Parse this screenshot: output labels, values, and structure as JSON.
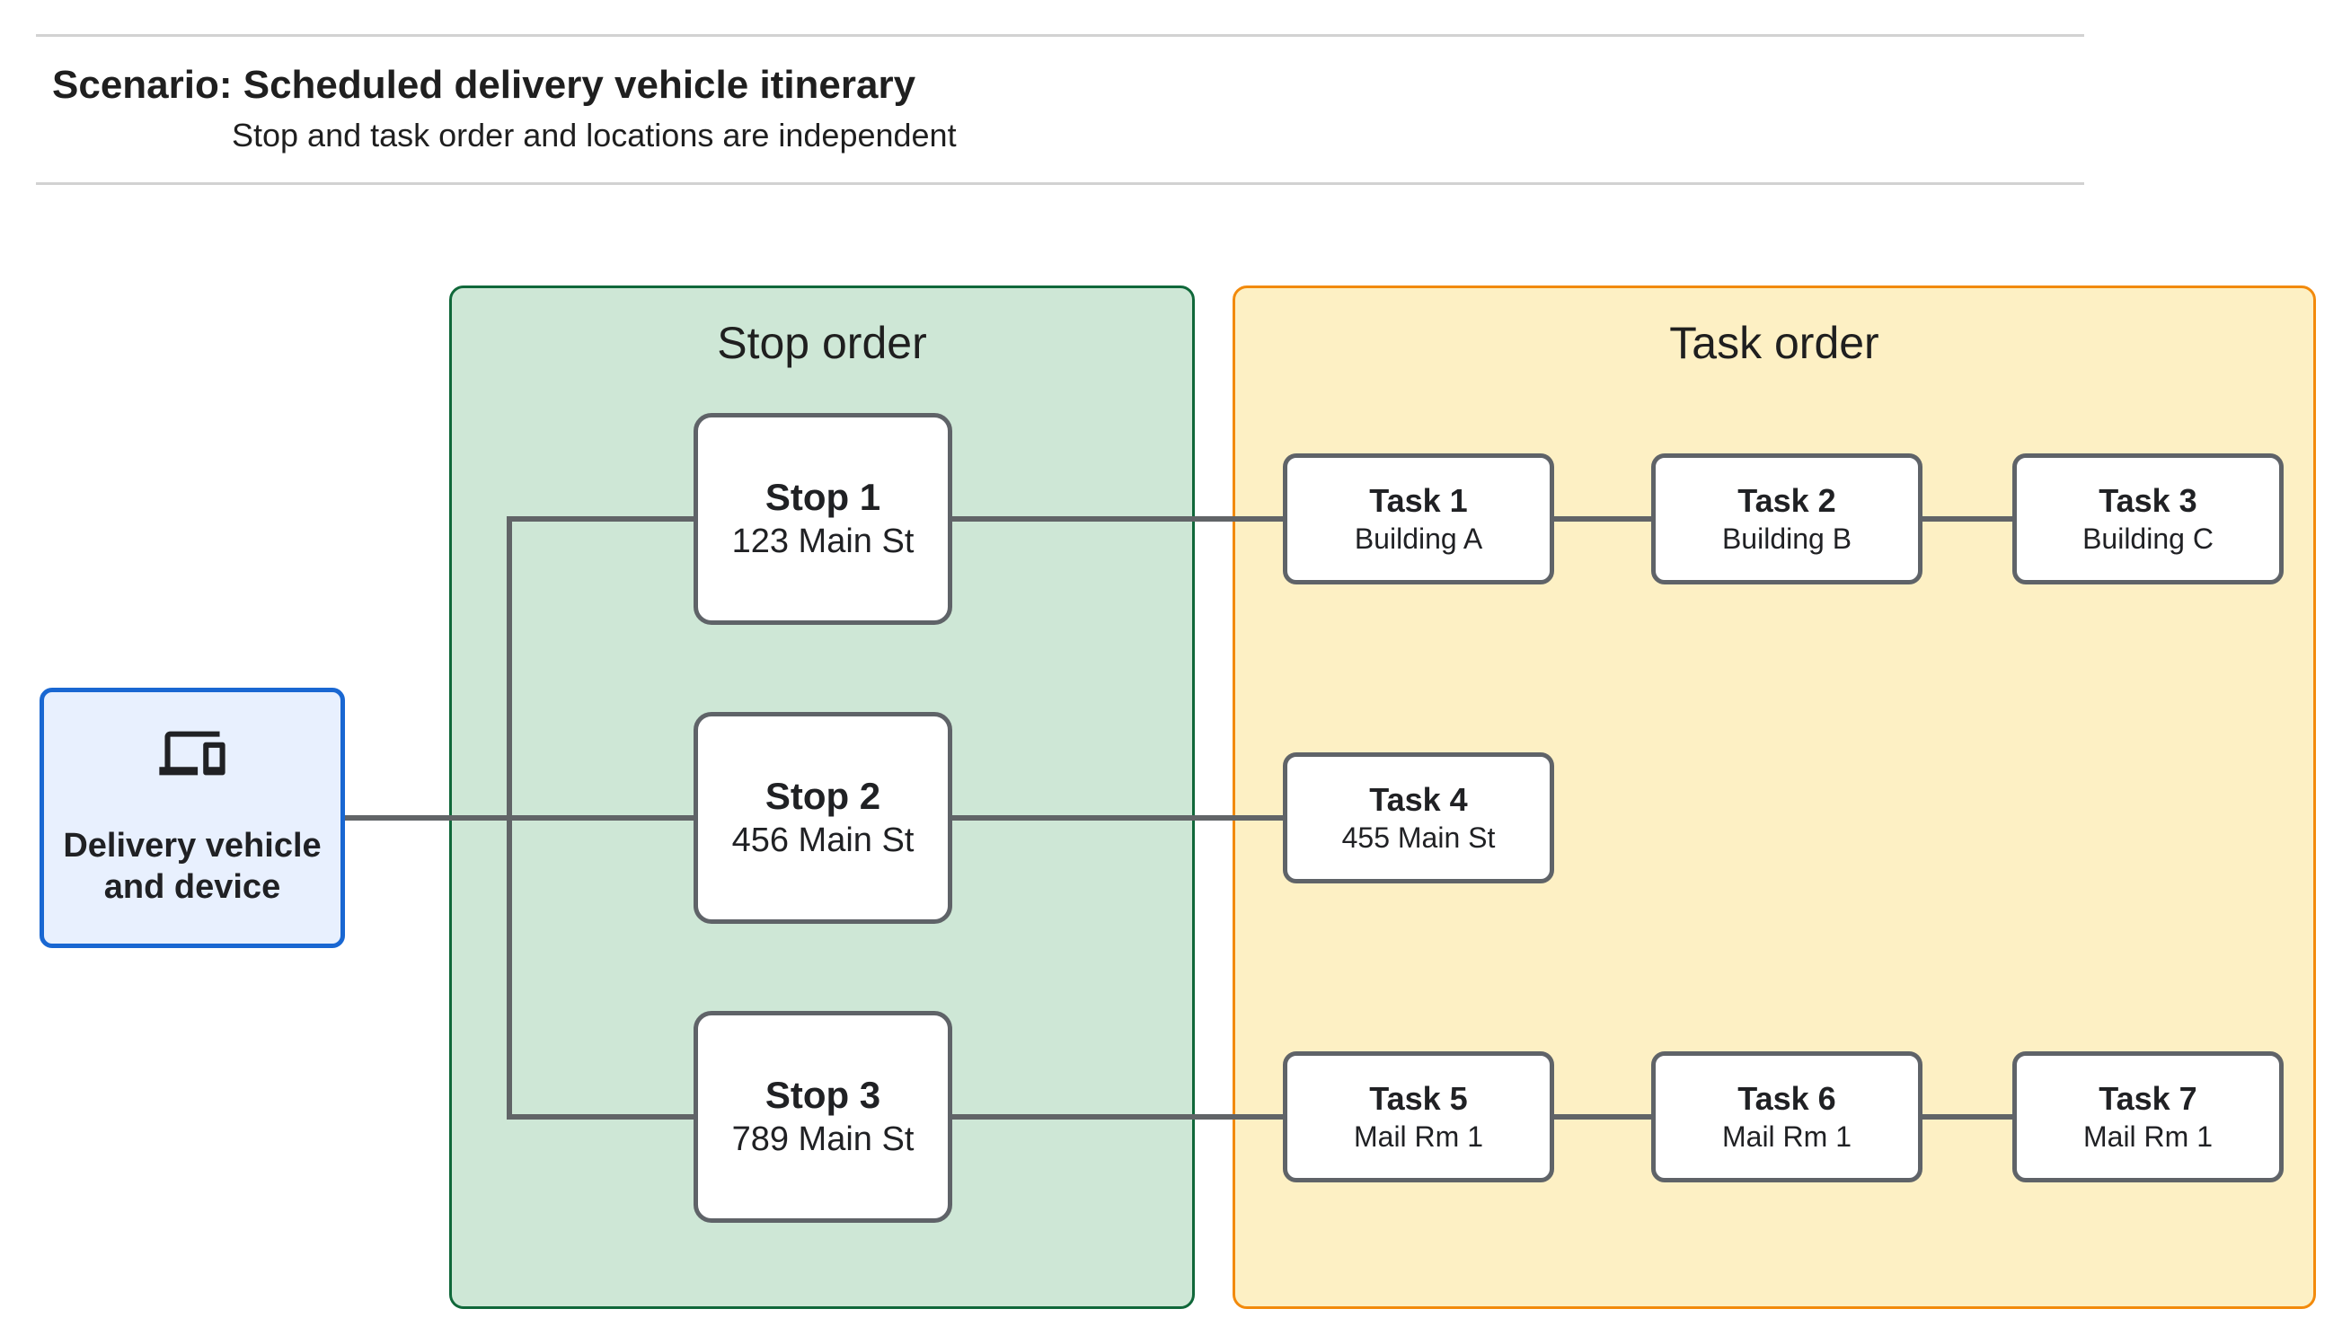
{
  "header": {
    "title": "Scenario: Scheduled delivery vehicle itinerary",
    "subtitle": "Stop and task order and locations are independent"
  },
  "vehicle_node": {
    "label": "Delivery vehicle and device",
    "icon": "devices-icon",
    "fill_color": "#e8f0fe",
    "border_color": "#1967d2"
  },
  "panels": {
    "stop_order": {
      "title": "Stop order",
      "fill_color": "#cee7d6",
      "border_color": "#10683a"
    },
    "task_order": {
      "title": "Task order",
      "fill_color": "#fdf0c4",
      "border_color": "#f28a0c"
    }
  },
  "stops": [
    {
      "name": "Stop 1",
      "location": "123 Main St"
    },
    {
      "name": "Stop 2",
      "location": "456 Main St"
    },
    {
      "name": "Stop 3",
      "location": "789 Main St"
    }
  ],
  "tasks": [
    {
      "name": "Task 1",
      "location": "Building A"
    },
    {
      "name": "Task 2",
      "location": "Building B"
    },
    {
      "name": "Task 3",
      "location": "Building C"
    },
    {
      "name": "Task 4",
      "location": "455 Main St"
    },
    {
      "name": "Task 5",
      "location": "Mail Rm 1"
    },
    {
      "name": "Task 6",
      "location": "Mail Rm 1"
    },
    {
      "name": "Task 7",
      "location": "Mail Rm 1"
    }
  ],
  "colors": {
    "connector": "#616467",
    "node_border": "#5f6368",
    "text": "#202124",
    "divider": "#d2d2d2"
  }
}
